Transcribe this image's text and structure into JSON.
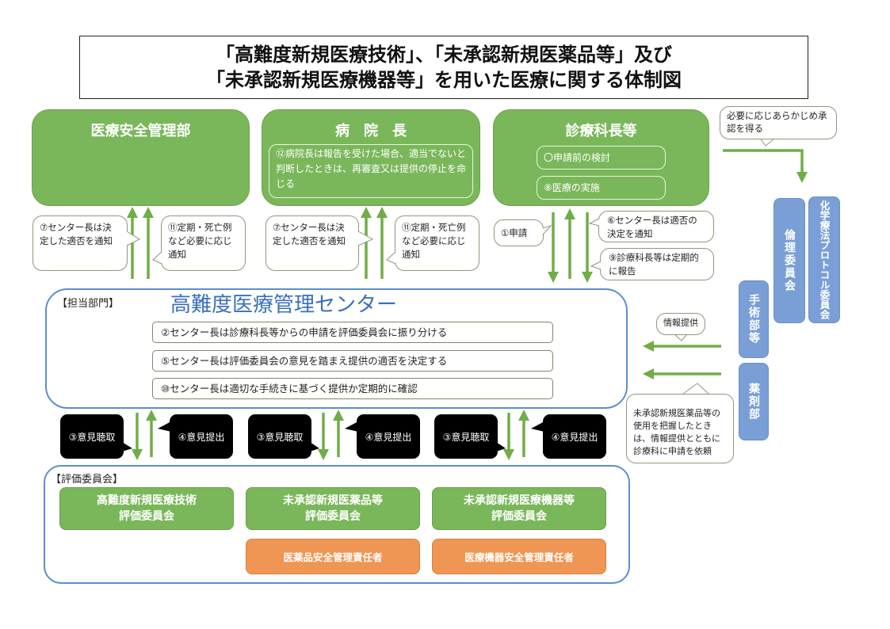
{
  "title": {
    "line1": "「高難度新規医療技術」、「未承認新規医薬品等」及び",
    "line2": "「未承認新規医療機器等」を用いた医療に関する体制図"
  },
  "top_units": {
    "safety_dept": {
      "label": "医療安全管理部"
    },
    "director": {
      "label": "病　院　長",
      "note": "⑫病院長は報告を受けた場合、適当でないと判断したときは、再審査又は提供の停止を命じる"
    },
    "dept_heads": {
      "label": "診療科長等",
      "items": [
        "〇申請前の検討",
        "⑧医療の実施"
      ]
    }
  },
  "approval_callout": "必要に応じあらかじめ承認を得る",
  "side_committees": {
    "ethics": "倫理委員会",
    "chemo": "化学療法プロトコル委員会",
    "surgery": "手術部等",
    "pharmacy": "薬剤部"
  },
  "callouts": {
    "left_notify_1": "⑦センター長は決定した適否を通知",
    "left_periodic_1": "⑪定期・死亡例など必要に応じ通知",
    "left_notify_2": "⑦センター長は決定した適否を通知",
    "left_periodic_2": "⑪定期・死亡例など必要に応じ通知",
    "apply": "①申請",
    "decision_notify": "⑥センター長は適否の決定を通知",
    "periodic_report": "⑨診療科長等は定期的に報告",
    "info_provision": "情報提供",
    "pharmacy_note": "未承認新規医薬品等の使用を把握したときは、情報提供とともに診療科に申請を依頼"
  },
  "center": {
    "section_label": "【担当部門】",
    "title": "高難度医療管理センター",
    "rules": [
      "②センター長は診療科長等からの申請を評価委員会に振り分ける",
      "⑤センター長は評価委員会の意見を踏まえ提供の適否を決定する",
      "⑩センター長は適切な手続きに基づく提供か定期的に確認"
    ]
  },
  "opinion_bubbles": {
    "hearing": "③意見聴取",
    "submit": "④意見提出"
  },
  "evaluation": {
    "section_label": "【評価委員会】",
    "committees": [
      {
        "line1": "高難度新規医療技術",
        "line2": "評価委員会"
      },
      {
        "line1": "未承認新規医薬品等",
        "line2": "評価委員会"
      },
      {
        "line1": "未承認新規医療機器等",
        "line2": "評価委員会"
      }
    ],
    "managers": [
      "医薬品安全管理責任者",
      "医療機器安全管理責任者"
    ]
  },
  "colors": {
    "green": "#7ab75a",
    "blue_frame": "#5b8ed0",
    "blue_committee": "#7a9fd6",
    "orange": "#ef9654",
    "arrow": "#70ad47"
  }
}
